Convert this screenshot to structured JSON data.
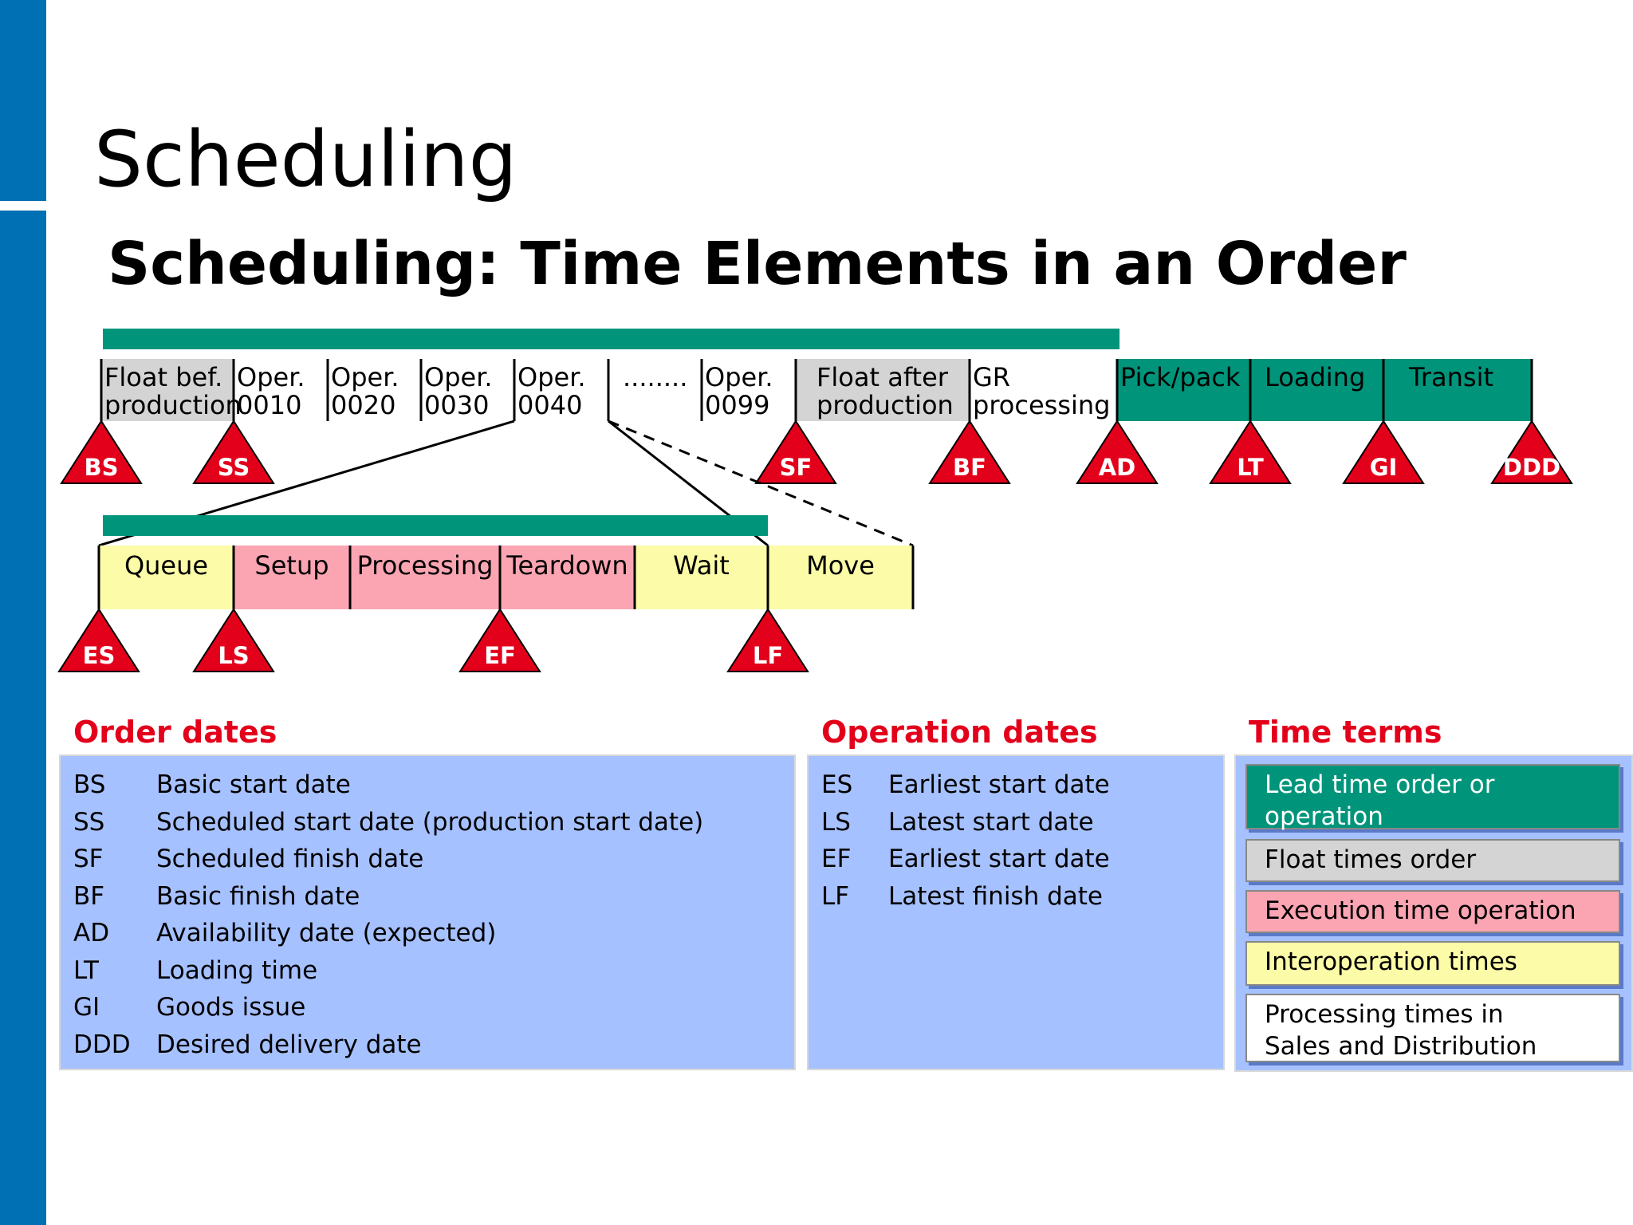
{
  "title": "Scheduling",
  "subtitle": "Scheduling: Time Elements in an Order",
  "colors": {
    "side_bar": "#0070b4",
    "lead_time": "#00957b",
    "float": "#d4d4d4",
    "execution": "#fba5b3",
    "interoperation": "#fcfca8",
    "sd_processing": "#ffffff",
    "marker": "#e3001b",
    "legend_panel": "#a6c1ff",
    "heading": "#e3001b"
  },
  "order_timeline": {
    "segments": [
      {
        "line1": "Float bef.",
        "line2": "production",
        "type": "float"
      },
      {
        "line1": "Oper.",
        "line2": "0010",
        "type": "none"
      },
      {
        "line1": "Oper.",
        "line2": "0020",
        "type": "none"
      },
      {
        "line1": "Oper.",
        "line2": "0030",
        "type": "none"
      },
      {
        "line1": "Oper.",
        "line2": "0040",
        "type": "none"
      },
      {
        "line1": "........",
        "line2": "",
        "type": "none"
      },
      {
        "line1": "Oper.",
        "line2": "0099",
        "type": "none"
      },
      {
        "line1": "Float after",
        "line2": "production",
        "type": "float"
      },
      {
        "line1": "GR",
        "line2": "processing",
        "type": "none"
      },
      {
        "line1": "Pick/pack",
        "line2": "",
        "type": "sd"
      },
      {
        "line1": "Loading",
        "line2": "",
        "type": "sd"
      },
      {
        "line1": "Transit",
        "line2": "",
        "type": "sd"
      }
    ],
    "markers": [
      "BS",
      "SS",
      "SF",
      "BF",
      "AD",
      "LT",
      "GI",
      "DDD"
    ]
  },
  "operation_timeline": {
    "segments": [
      {
        "label": "Queue",
        "type": "interoperation"
      },
      {
        "label": "Setup",
        "type": "execution"
      },
      {
        "label": "Processing",
        "type": "execution"
      },
      {
        "label": "Teardown",
        "type": "execution"
      },
      {
        "label": "Wait",
        "type": "interoperation"
      },
      {
        "label": "Move",
        "type": "interoperation"
      }
    ],
    "markers": [
      "ES",
      "LS",
      "EF",
      "LF"
    ]
  },
  "order_dates": {
    "heading": "Order dates",
    "items": [
      {
        "code": "BS",
        "desc": "Basic start date"
      },
      {
        "code": "SS",
        "desc": "Scheduled start date (production start date)"
      },
      {
        "code": "SF",
        "desc": "Scheduled finish date"
      },
      {
        "code": "BF",
        "desc": "Basic finish date"
      },
      {
        "code": "AD",
        "desc": "Availability date (expected)"
      },
      {
        "code": "LT",
        "desc": "Loading time"
      },
      {
        "code": "GI",
        "desc": "Goods issue"
      },
      {
        "code": "DDD",
        "desc": "Desired delivery date"
      }
    ]
  },
  "operation_dates": {
    "heading": "Operation dates",
    "items": [
      {
        "code": "ES",
        "desc": "Earliest start date"
      },
      {
        "code": "LS",
        "desc": "Latest start date"
      },
      {
        "code": "EF",
        "desc": "Earliest start date"
      },
      {
        "code": "LF",
        "desc": "Latest finish date"
      }
    ]
  },
  "time_terms": {
    "heading": "Time terms",
    "items": [
      {
        "line1": "Lead time order or",
        "line2": "operation",
        "type": "lead_time"
      },
      {
        "line1": "Float times order",
        "line2": "",
        "type": "float"
      },
      {
        "line1": "Execution time operation",
        "line2": "",
        "type": "execution"
      },
      {
        "line1": "Interoperation times",
        "line2": "",
        "type": "interoperation"
      },
      {
        "line1": "Processing times in",
        "line2": "Sales and Distribution",
        "type": "sd_processing"
      }
    ]
  }
}
